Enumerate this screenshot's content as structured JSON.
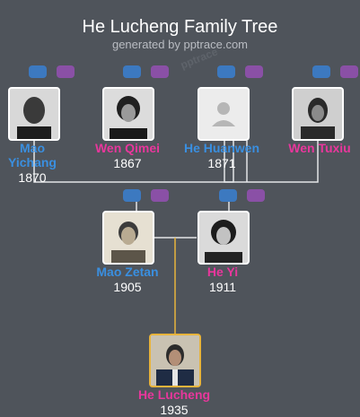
{
  "header": {
    "title": "He Lucheng Family Tree",
    "subtitle": "generated by pptrace.com",
    "watermark": "pptrace"
  },
  "persons": [
    {
      "id": "mao-yichang",
      "name": "Mao\nYichang",
      "year": "1870",
      "gender": "male",
      "photo": "portrait-man-icon"
    },
    {
      "id": "wen-qimei",
      "name": "Wen Qimei",
      "year": "1867",
      "gender": "female",
      "photo": "portrait-woman-icon"
    },
    {
      "id": "he-huanwen",
      "name": "He Huanwen",
      "year": "1871",
      "gender": "male",
      "photo": "placeholder-person-icon"
    },
    {
      "id": "wen-tuxiu",
      "name": "Wen Tuxiu",
      "year": "",
      "gender": "female",
      "photo": "portrait-man-icon"
    },
    {
      "id": "mao-zetan",
      "name": "Mao Zetan",
      "year": "1905",
      "gender": "male",
      "photo": "portrait-man-icon"
    },
    {
      "id": "he-yi",
      "name": "He Yi",
      "year": "1911",
      "gender": "female",
      "photo": "portrait-woman-icon"
    },
    {
      "id": "he-lucheng",
      "name": "He Lucheng",
      "year": "1935",
      "gender": "female",
      "photo": "portrait-man-icon"
    }
  ],
  "colors": {
    "background": "#4f545b",
    "male": "#3a8fe0",
    "female": "#e8379c",
    "button_blue": "#3c79c0",
    "button_purple": "#8a50a6",
    "line": "#e3e5e8",
    "highlight": "#e8b43c"
  }
}
